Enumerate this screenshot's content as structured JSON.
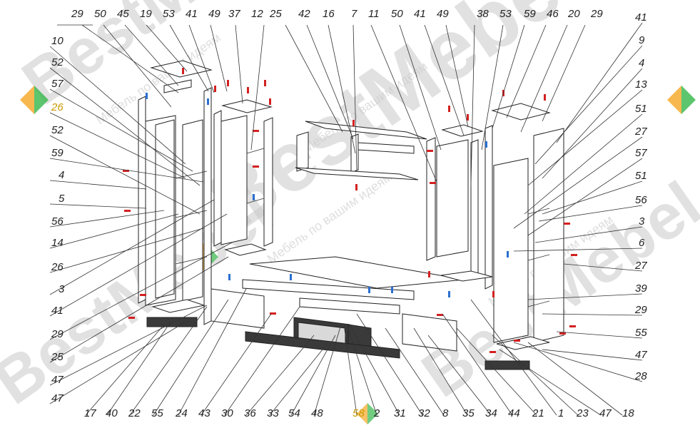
{
  "watermark": {
    "brand": "BestMebel",
    "tagline": "Мебель по вашим идеям"
  },
  "colors": {
    "label": "#222222",
    "highlight_label": "#c99a00",
    "fastener_red": "#d32020",
    "fastener_blue": "#2a6fd0",
    "logo_orange": "#f5a623",
    "logo_green": "#35b64a"
  },
  "callouts": {
    "top_left": [
      "29",
      "50",
      "45",
      "19",
      "53",
      "41",
      "49",
      "37",
      "12"
    ],
    "top_mid": [
      "25",
      "42",
      "16",
      "7",
      "11"
    ],
    "top_right": [
      "50",
      "41",
      "49",
      "38",
      "53",
      "59",
      "46",
      "20",
      "29"
    ],
    "left": [
      "10",
      "52",
      "57",
      "26",
      "52",
      "59",
      "4",
      "5",
      "56",
      "14",
      "26",
      "3",
      "41",
      "29",
      "25",
      "47",
      "47"
    ],
    "right": [
      "41",
      "9",
      "4",
      "13",
      "51",
      "27",
      "57",
      "51",
      "56",
      "3",
      "6",
      "27",
      "39",
      "29",
      "55",
      "47",
      "28"
    ],
    "bottom": [
      "17",
      "40",
      "22",
      "55",
      "24",
      "43",
      "30",
      "36",
      "33",
      "54",
      "48",
      "58",
      "2",
      "31",
      "32",
      "8",
      "35",
      "34",
      "44",
      "21",
      "1",
      "23",
      "47",
      "18"
    ],
    "highlighted": [
      "26",
      "58"
    ]
  }
}
